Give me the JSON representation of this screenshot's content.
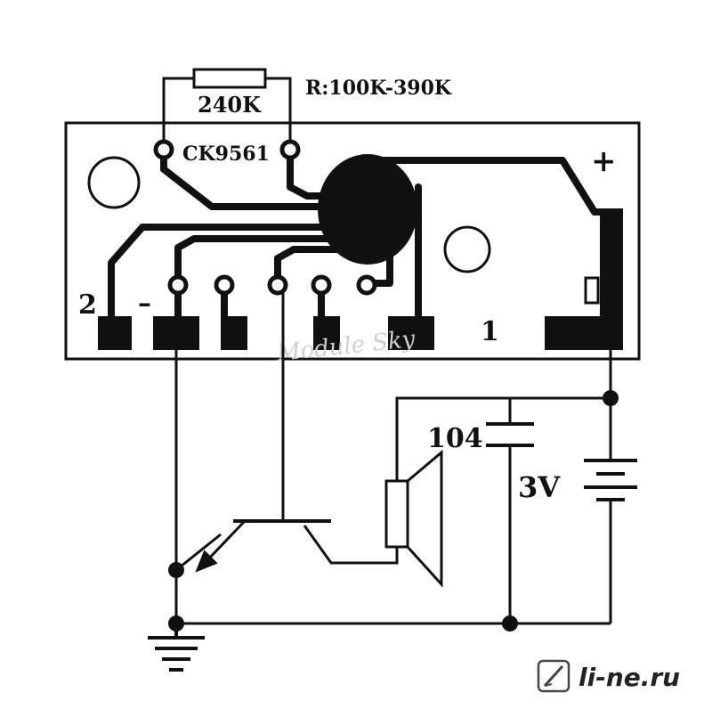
{
  "labels": {
    "resistor_value": "240K",
    "resistor_range": "R:100K-390K",
    "chip": "CK9561",
    "plus": "+",
    "minus": "–",
    "pin2": "2",
    "pin1": "1",
    "capacitor": "104",
    "battery": "3V"
  },
  "watermark": "Module Sky",
  "site": "li-ne.ru",
  "colors": {
    "ink": "#111111",
    "background": "#ffffff",
    "watermark": "#d0d0d0"
  }
}
